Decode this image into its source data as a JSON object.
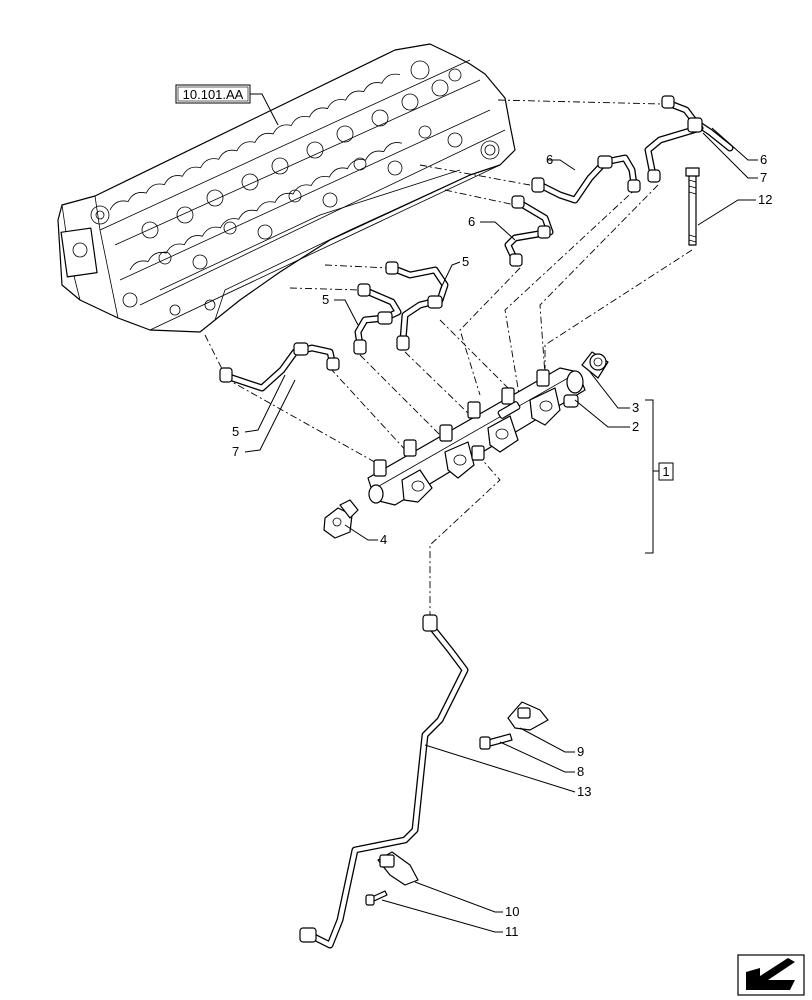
{
  "reference_box": "10.101.AA",
  "group_label": "1",
  "callouts": {
    "c2": "2",
    "c3": "3",
    "c4": "4",
    "c5a": "5",
    "c5b": "5",
    "c5c": "5",
    "c6a": "6",
    "c6b": "6",
    "c6c": "6",
    "c7a": "7",
    "c7b": "7",
    "c8": "8",
    "c9": "9",
    "c10": "10",
    "c11": "11",
    "c12": "12",
    "c13": "13"
  },
  "navigation_icon": "arrow-box-icon"
}
